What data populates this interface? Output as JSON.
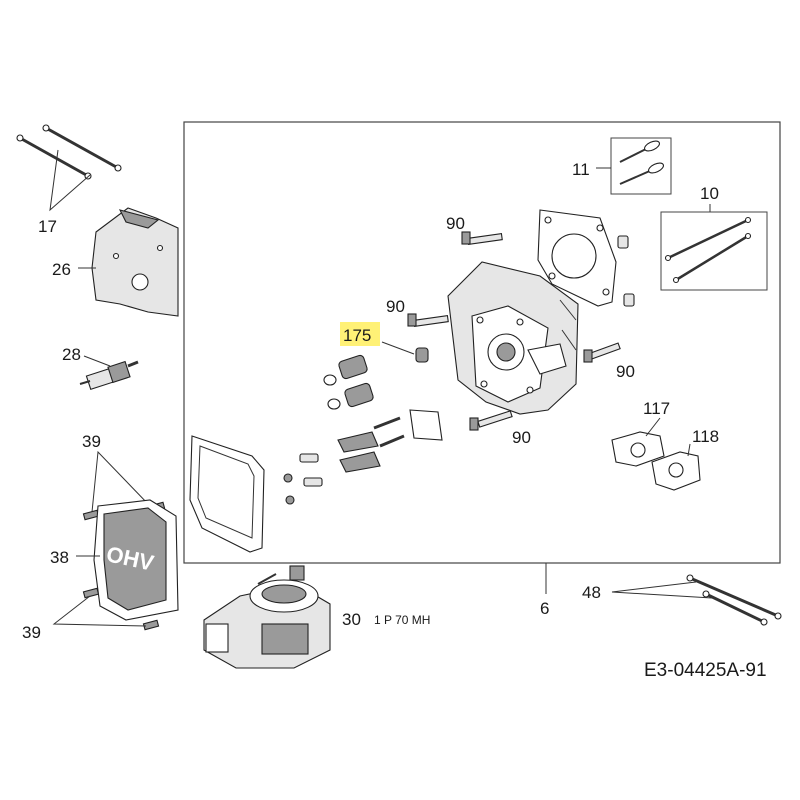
{
  "callouts": [
    {
      "key": "c17",
      "label": "17"
    },
    {
      "key": "c26",
      "label": "26"
    },
    {
      "key": "c28",
      "label": "28"
    },
    {
      "key": "c39a",
      "label": "39"
    },
    {
      "key": "c38",
      "label": "38"
    },
    {
      "key": "c39b",
      "label": "39"
    },
    {
      "key": "c30",
      "label": "30"
    },
    {
      "key": "c11",
      "label": "11"
    },
    {
      "key": "c10",
      "label": "10"
    },
    {
      "key": "c90a",
      "label": "90"
    },
    {
      "key": "c90b",
      "label": "90"
    },
    {
      "key": "c175",
      "label": "175",
      "highlight": "#fff176"
    },
    {
      "key": "c90c",
      "label": "90"
    },
    {
      "key": "c90d",
      "label": "90"
    },
    {
      "key": "c117",
      "label": "117"
    },
    {
      "key": "c118",
      "label": "118"
    },
    {
      "key": "c6",
      "label": "6"
    },
    {
      "key": "c48",
      "label": "48"
    }
  ],
  "engine_model": "1 P 70 MH",
  "cover_mark": "OHV",
  "diagram_code": "E3-04425A-91"
}
